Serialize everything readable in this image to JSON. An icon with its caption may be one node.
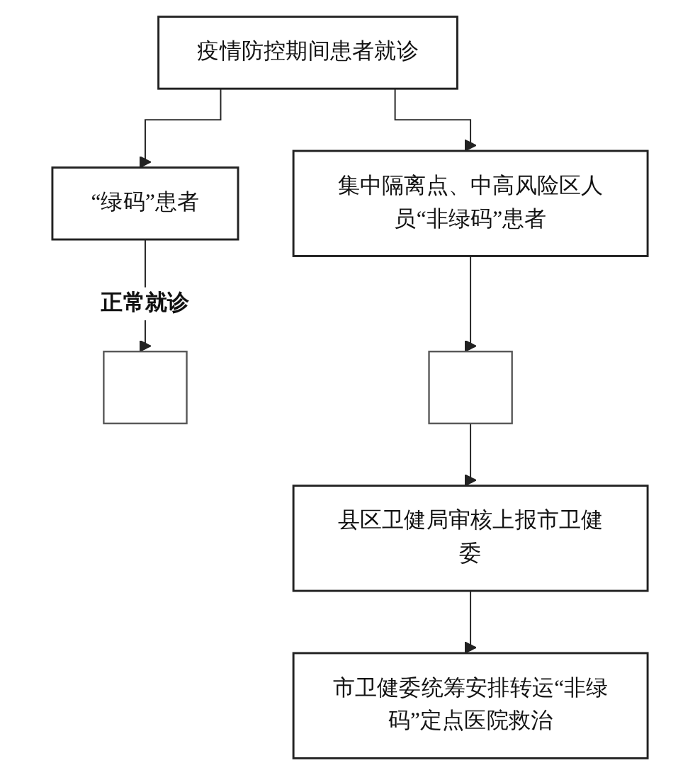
{
  "diagram": {
    "nodes": [
      {
        "text": [
          "疫情防控期间患者就诊"
        ]
      },
      {
        "text": [
          "“绿码”患者"
        ]
      },
      {
        "text": [
          "集中隔离点、中高风险区人员“非绿码”患者"
        ]
      },
      {
        "text": [],
        "shape": "box"
      },
      {
        "text": [],
        "shape": "box"
      },
      {
        "text": [
          "县区卫健局审核上报市卫健委"
        ]
      },
      {
        "text": [
          "市卫健委统筹安排转运“非绿码”定点医院救治"
        ]
      }
    ],
    "edges": [
      {
        "from": 0,
        "to": 1,
        "arrow": "to"
      },
      {
        "from": 0,
        "to": 2,
        "arrow": "to"
      },
      {
        "from": 1,
        "to": 3,
        "arrow": "to",
        "label": "正常就诊"
      },
      {
        "from": 2,
        "to": 4,
        "arrow": "to"
      },
      {
        "from": 4,
        "to": 5,
        "arrow": "to"
      },
      {
        "from": 5,
        "to": 6,
        "arrow": "to"
      }
    ]
  }
}
